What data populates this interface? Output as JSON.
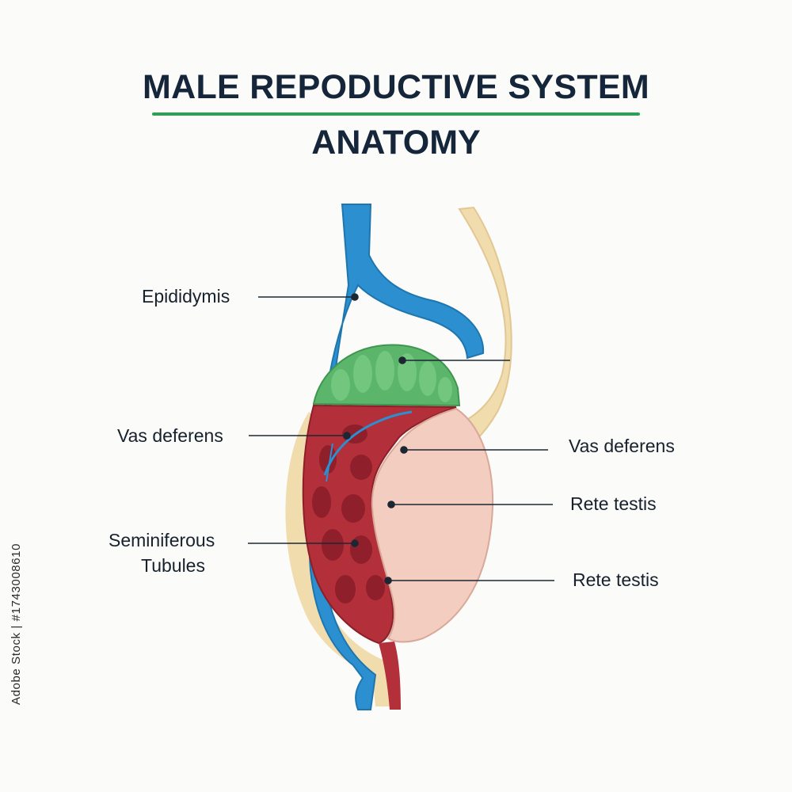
{
  "title": {
    "line1": "MALE REPODUCTIVE SYSTEM",
    "line2": "ANATOMY"
  },
  "labels": {
    "epididymis": "Epididymis",
    "vas_deferens_left": "Vas deferens",
    "seminiferous_line1": "Seminiferous",
    "seminiferous_line2": "Tubules",
    "vas_deferens_right": "Vas deferens",
    "rete_testis_upper": "Rete testis",
    "rete_testis_lower": "Rete testis"
  },
  "watermark_id": "Adobe Stock | #1743008610",
  "colors": {
    "title_text": "#15253a",
    "title_rule": "#2f9e57",
    "vessel_blue": "#2b8fd0",
    "duct_cream": "#f1dcae",
    "epididymis_green": "#5bb56a",
    "tubules_red": "#b3303a",
    "testis_pink": "#f3cdc0"
  }
}
